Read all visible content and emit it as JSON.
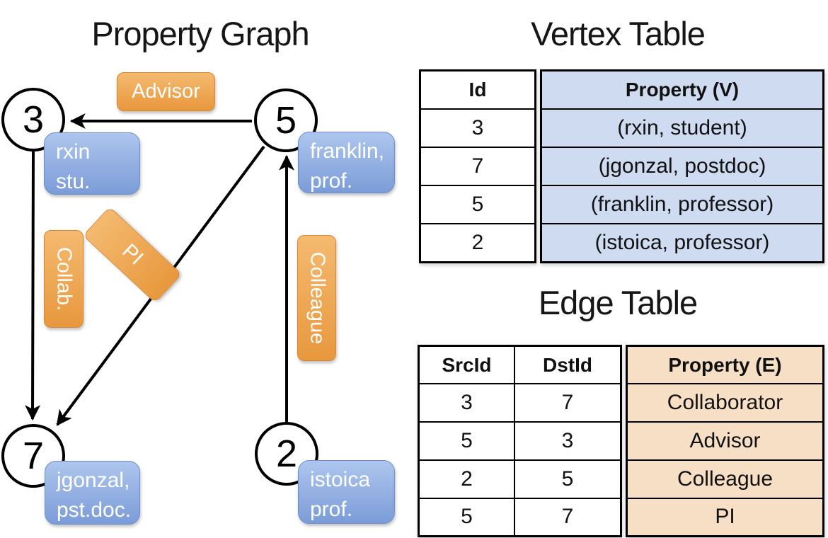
{
  "graph": {
    "title": "Property Graph",
    "vertices": [
      {
        "id": "3",
        "property_lines": [
          "rxin",
          "stu."
        ]
      },
      {
        "id": "5",
        "property_lines": [
          "franklin,",
          "prof."
        ]
      },
      {
        "id": "7",
        "property_lines": [
          "jgonzal,",
          "pst.doc."
        ]
      },
      {
        "id": "2",
        "property_lines": [
          "istoica",
          "prof."
        ]
      }
    ],
    "edges": [
      {
        "src": "5",
        "dst": "3",
        "label": "Advisor"
      },
      {
        "src": "3",
        "dst": "7",
        "label": "Collab."
      },
      {
        "src": "5",
        "dst": "7",
        "label": "PI"
      },
      {
        "src": "2",
        "dst": "5",
        "label": "Colleague"
      }
    ]
  },
  "vertex_table": {
    "title": "Vertex Table",
    "columns": {
      "id": "Id",
      "property": "Property (V)"
    },
    "rows": [
      {
        "id": "3",
        "property": "(rxin, student)"
      },
      {
        "id": "7",
        "property": "(jgonzal, postdoc)"
      },
      {
        "id": "5",
        "property": "(franklin, professor)"
      },
      {
        "id": "2",
        "property": "(istoica, professor)"
      }
    ]
  },
  "edge_table": {
    "title": "Edge Table",
    "columns": {
      "src": "SrcId",
      "dst": "DstId",
      "property": "Property (E)"
    },
    "rows": [
      {
        "src": "3",
        "dst": "7",
        "property": "Collaborator"
      },
      {
        "src": "5",
        "dst": "3",
        "property": "Advisor"
      },
      {
        "src": "2",
        "dst": "5",
        "property": "Colleague"
      },
      {
        "src": "5",
        "dst": "7",
        "property": "PI"
      }
    ]
  },
  "colors": {
    "edge_label_orange_top": "#f4ba70",
    "edge_label_orange_bottom": "#e8983d",
    "vertex_label_blue_top": "#aec6ee",
    "vertex_label_blue_bottom": "#7b9cd8",
    "vertex_table_fill": "#cfdbf1",
    "edge_table_fill": "#f7dfc5",
    "line_color": "#000000",
    "text_on_labels": "#ffffff"
  }
}
